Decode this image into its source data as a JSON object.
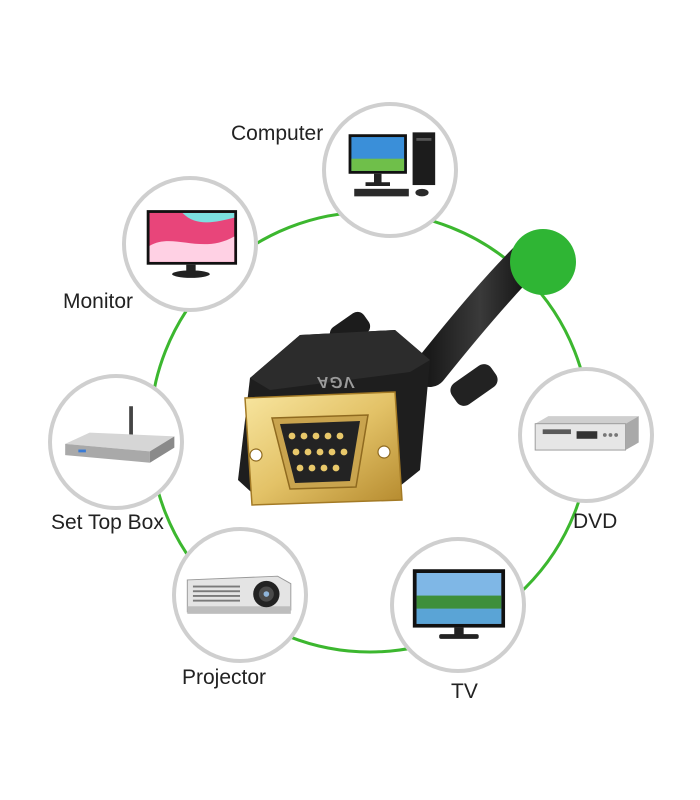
{
  "connector_label": "VGA",
  "ring_color": "#3cb72f",
  "accent_dot_color": "#2fb534",
  "devices": [
    {
      "id": "computer",
      "label": "Computer",
      "icon": "computer-icon"
    },
    {
      "id": "monitor",
      "label": "Monitor",
      "icon": "monitor-icon"
    },
    {
      "id": "settopbox",
      "label": "Set Top Box",
      "icon": "set-top-box-icon"
    },
    {
      "id": "projector",
      "label": "Projector",
      "icon": "projector-icon"
    },
    {
      "id": "tv",
      "label": "TV",
      "icon": "tv-icon"
    },
    {
      "id": "dvd",
      "label": "DVD",
      "icon": "dvd-player-icon"
    }
  ]
}
